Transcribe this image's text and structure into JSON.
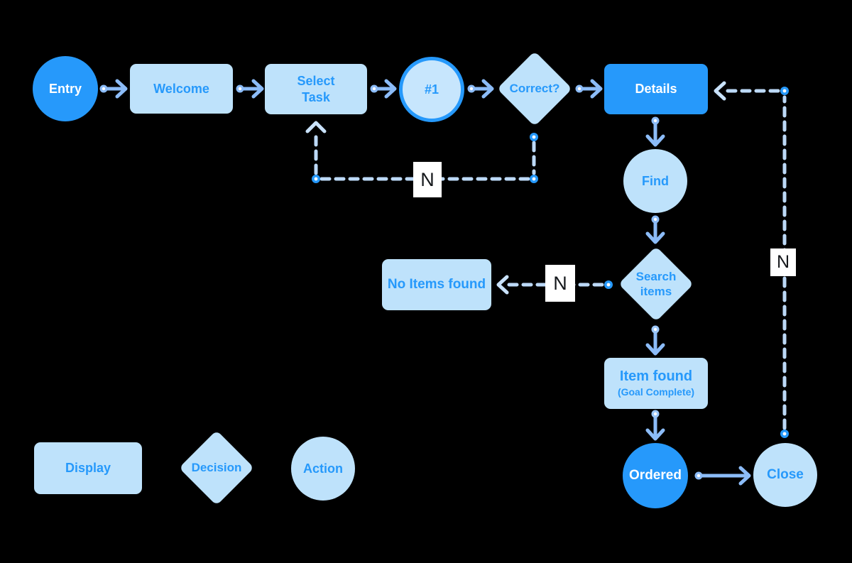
{
  "canvas": {
    "background": "#000000"
  },
  "palette": {
    "bright_blue": "#2699FB",
    "light_blue_fill": "#BEE2FB",
    "node_text_blue": "#2699FB",
    "node_text_white": "#FFFFFF",
    "solid_connector": "#8CBCF8",
    "dashed_connector": "#BCD9F7",
    "dashed_arrowhead": "#C9E2FB",
    "edge_label_bg": "#FFFFFF",
    "edge_label_text": "#15181C"
  },
  "nodes": {
    "entry": {
      "label": "Entry",
      "shape": "circle",
      "variant": "solid"
    },
    "welcome": {
      "label": "Welcome",
      "shape": "rectangle"
    },
    "select_task": {
      "label": "Select\nTask",
      "shape": "rectangle"
    },
    "step1": {
      "label": "#1",
      "shape": "circle",
      "variant": "outlined"
    },
    "correct": {
      "label": "Correct?",
      "shape": "diamond"
    },
    "details": {
      "label": "Details",
      "shape": "rectangle",
      "variant": "solid"
    },
    "find": {
      "label": "Find",
      "shape": "circle"
    },
    "search_items": {
      "label": "Search\nitems",
      "shape": "diamond"
    },
    "no_items_found": {
      "label": "No Items found",
      "shape": "rectangle"
    },
    "item_found": {
      "label": "Item found",
      "sublabel": "(Goal Complete)",
      "shape": "rectangle"
    },
    "ordered": {
      "label": "Ordered",
      "shape": "circle",
      "variant": "solid"
    },
    "close": {
      "label": "Close",
      "shape": "circle"
    }
  },
  "edge_labels": {
    "correct_to_select_task": "N",
    "search_to_no_items": "N",
    "close_to_details": "N"
  },
  "legend": {
    "display": {
      "label": "Display",
      "shape": "rectangle"
    },
    "decision": {
      "label": "Decision",
      "shape": "diamond"
    },
    "action": {
      "label": "Action",
      "shape": "circle"
    }
  }
}
